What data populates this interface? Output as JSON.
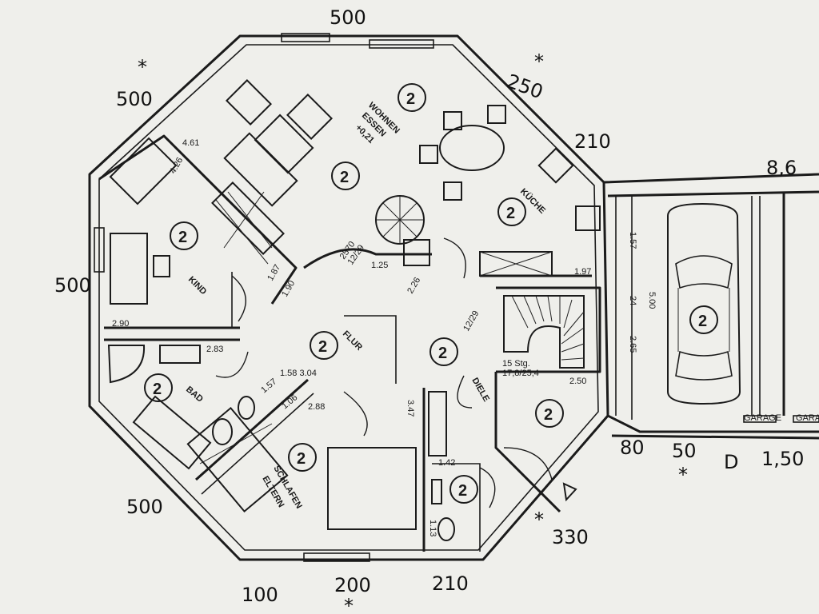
{
  "rooms": {
    "wohnen": "WOHNEN",
    "essen": "ESSEN",
    "essen_level": "+0,21",
    "kueche": "KÜCHE",
    "kind": "KIND",
    "flur": "FLUR",
    "bad": "BAD",
    "schlafen": "SCHLAFEN",
    "eltern": "ELTERN",
    "diele": "DIELE",
    "garage_left": "GARAGE",
    "garage_right": "GARA"
  },
  "level_marker": "2",
  "stairs": {
    "spiral": "2570\n12/29",
    "main_line1": "15 Stg.",
    "main_line2": "17,8/25,4",
    "upper": "12/29"
  },
  "dimensions": {
    "d_461": "4.61",
    "d_426": "4.26",
    "d_290": "2.90",
    "d_283": "2.83",
    "d_190": "1.90",
    "d_187": "1.87",
    "d_125": "1.25",
    "d_226": "2.26",
    "d_304": "1.58 3.04",
    "d_288": "2.88",
    "d_157": "1.57",
    "d_106": "1.06",
    "d_347": "3.47",
    "d_142": "1.42",
    "d_113": "1.13",
    "d_250i": "2.50",
    "d_197": "1.97",
    "d_g157": "1.57",
    "d_g24": "24",
    "d_g500": "5.00",
    "d_g265": "2.65"
  },
  "handwritten": {
    "top": "500",
    "top_left": "500",
    "top_right": "250",
    "right_upper": "210",
    "right_edge": "8,6",
    "left": "500",
    "bottom_left": "500",
    "bottom_right": "330",
    "bottom_1": "100",
    "bottom_2": "200",
    "bottom_3": "210",
    "right_1": "80",
    "right_2": "50",
    "right_3": "1,50",
    "right_letter": "D",
    "star": "*"
  }
}
